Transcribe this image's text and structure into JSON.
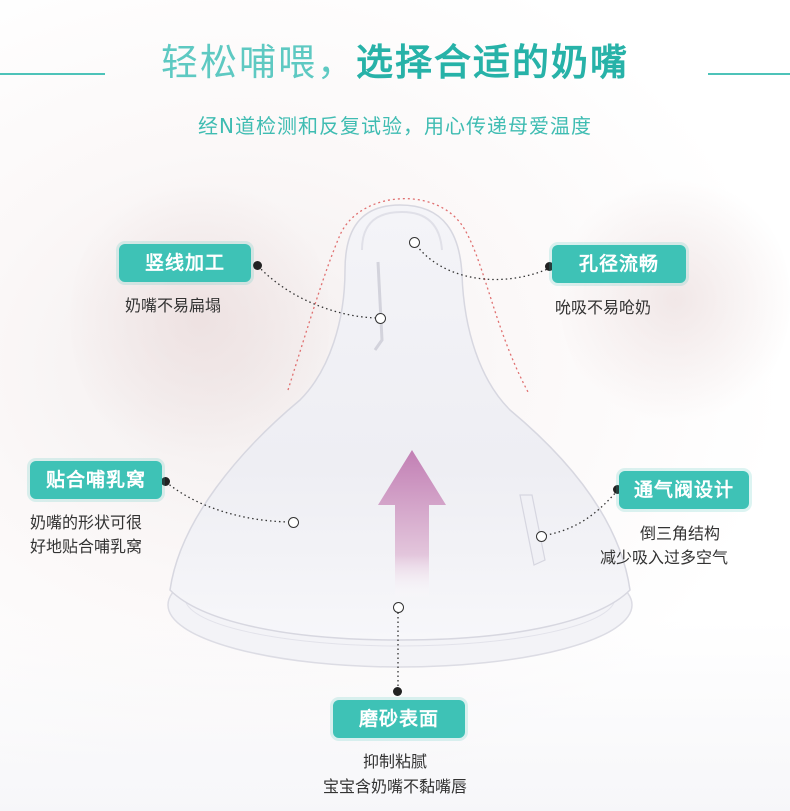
{
  "title": {
    "part1": "轻松哺喂，",
    "part2": "选择合适的奶嘴"
  },
  "subtitle": "经N道检测和反复试验，用心传递母爱温度",
  "features": {
    "vertical": {
      "label": "竖线加工",
      "desc": "奶嘴不易扁塌"
    },
    "flow": {
      "label": "孔径流畅",
      "desc": "吮吸不易呛奶"
    },
    "fit": {
      "label": "贴合哺乳窝",
      "desc_line1": "奶嘴的形状可很",
      "desc_line2": "好地贴合哺乳窝"
    },
    "vent": {
      "label": "通气阀设计",
      "desc_line1": "倒三角结构",
      "desc_line2": "减少吸入过多空气"
    },
    "matte": {
      "label": "磨砂表面",
      "desc_line1": "抑制粘腻",
      "desc_line2": "宝宝含奶嘴不黏嘴唇"
    }
  },
  "colors": {
    "accent": "#3ec2b6",
    "title_light": "#5ec9c2",
    "arrow": "#c98fbf"
  }
}
